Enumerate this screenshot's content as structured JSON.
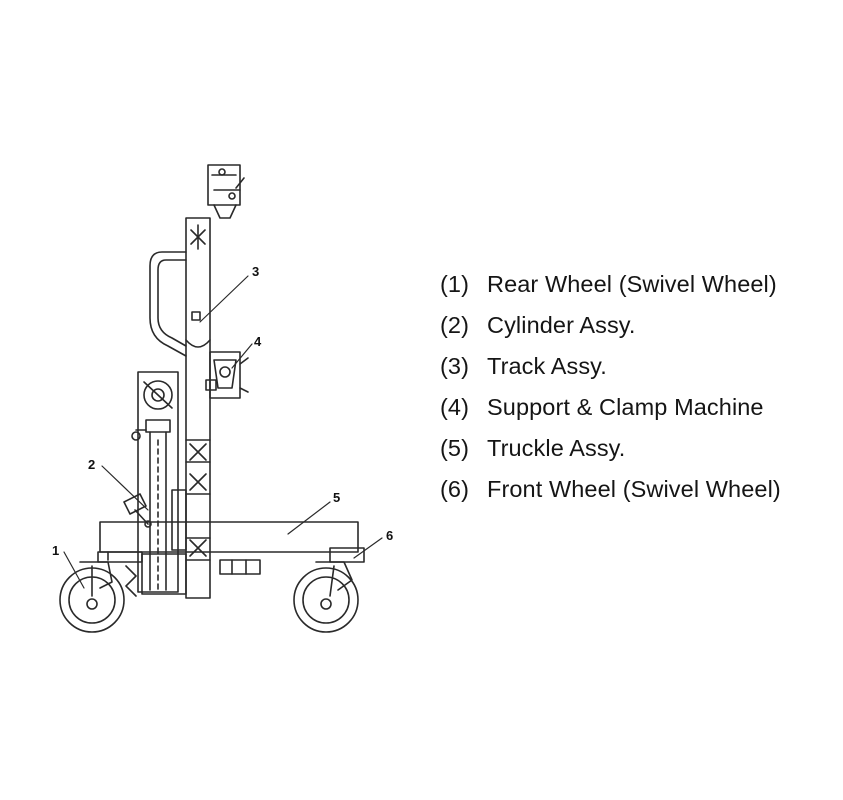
{
  "callouts": [
    "1",
    "2",
    "3",
    "4",
    "5",
    "6"
  ],
  "legend": [
    {
      "num": "(1)",
      "label": "Rear Wheel (Swivel Wheel)"
    },
    {
      "num": "(2)",
      "label": "Cylinder Assy."
    },
    {
      "num": "(3)",
      "label": "Track Assy."
    },
    {
      "num": "(4)",
      "label": "Support & Clamp Machine"
    },
    {
      "num": "(5)",
      "label": "Truckle Assy."
    },
    {
      "num": "(6)",
      "label": "Front Wheel (Swivel Wheel)"
    }
  ]
}
